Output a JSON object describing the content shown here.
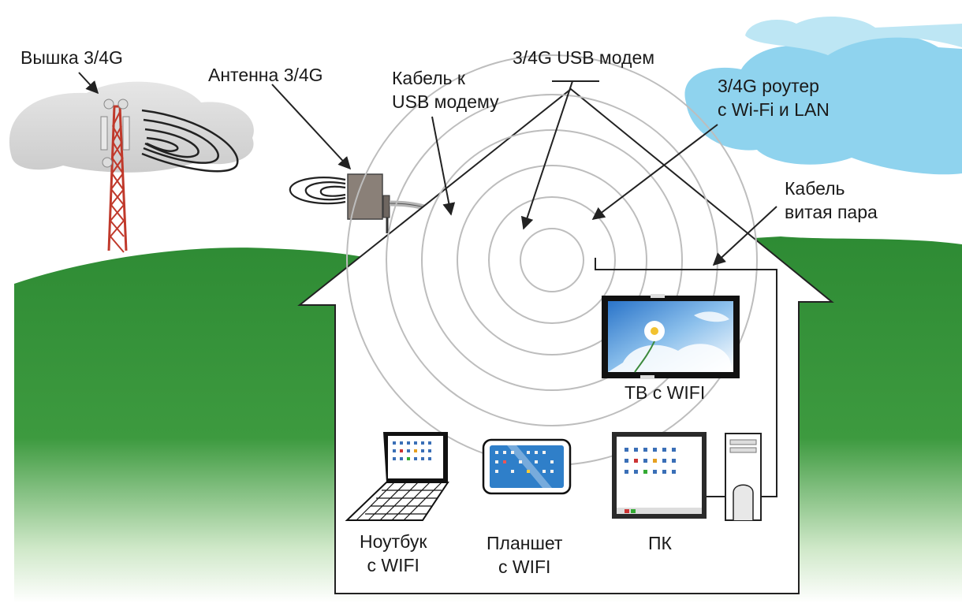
{
  "labels": {
    "tower": "Вышка 3/4G",
    "antenna": "Антенна 3/4G",
    "usb_cable": [
      "Кабель к",
      "USB модему"
    ],
    "modem": "3/4G USB модем",
    "router": [
      "3/4G роутер",
      "с Wi-Fi и LAN"
    ],
    "twisted_pair": [
      "Кабель",
      "витая пара"
    ],
    "tv": "ТВ с WIFI",
    "laptop": [
      "Ноутбук",
      "с WIFI"
    ],
    "tablet": [
      "Планшет",
      "с WIFI"
    ],
    "pc": "ПК"
  },
  "colors": {
    "grass": "#2e8b34",
    "cloud_gray": "#d9d9d9",
    "cloud_blue": "#8fd3ee",
    "tower_red": "#c0392b",
    "antenna_box": "#8a8078",
    "router_box": "#cfcfcf",
    "screen_blue": "#2f7fc9",
    "outline": "#222222"
  },
  "icons": [
    "tower-icon",
    "antenna-icon",
    "usb-modem-icon",
    "router-icon",
    "tv-icon",
    "laptop-icon",
    "tablet-icon",
    "pc-icon"
  ]
}
